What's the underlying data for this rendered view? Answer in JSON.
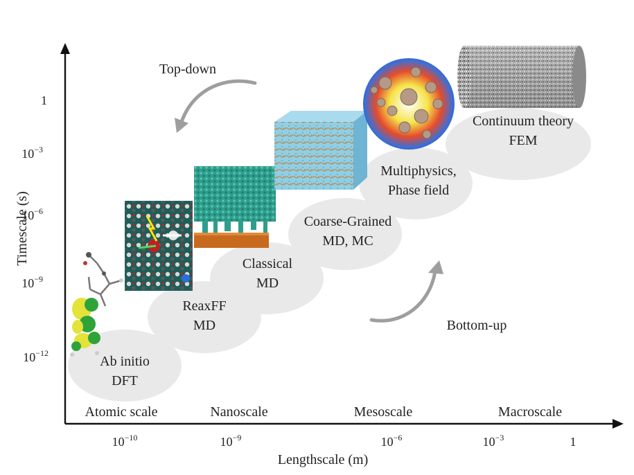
{
  "axes": {
    "y_title": "Timescale (s)",
    "x_title": "Lengthscale (m)",
    "y_ticks": [
      {
        "base": "1",
        "exp": ""
      },
      {
        "base": "10",
        "exp": "−3"
      },
      {
        "base": "10",
        "exp": "−6"
      },
      {
        "base": "10",
        "exp": "−9"
      },
      {
        "base": "10",
        "exp": "−12"
      }
    ],
    "x_ticks": [
      {
        "base": "10",
        "exp": "−10"
      },
      {
        "base": "10",
        "exp": "−9"
      },
      {
        "base": "10",
        "exp": "−6"
      },
      {
        "base": "10",
        "exp": "−3"
      },
      {
        "base": "1",
        "exp": ""
      }
    ]
  },
  "scales": [
    "Atomic scale",
    "Nanoscale",
    "Mesoscale",
    "Macroscale"
  ],
  "methods": [
    {
      "line1": "Ab initio",
      "line2": "DFT"
    },
    {
      "line1": "ReaxFF",
      "line2": "MD"
    },
    {
      "line1": "Classical",
      "line2": "MD"
    },
    {
      "line1": "Coarse-Grained",
      "line2": "MD, MC"
    },
    {
      "line1": "Multiphysics,",
      "line2": "Phase field"
    },
    {
      "line1": "Continuum theory",
      "line2": "FEM"
    }
  ],
  "annotations": {
    "top_down": "Top-down",
    "bottom_up": "Bottom-up"
  },
  "colors": {
    "ellipse": "#e9e9e9",
    "axis": "#111111",
    "arrow_gray": "#9e9e9e",
    "md_teal": "#2e9e8c",
    "cg_blue": "#7fc4e0",
    "substrate": "#c86a1e",
    "dft_yellow": "#e3e33a",
    "dft_green": "#2fa33a"
  }
}
